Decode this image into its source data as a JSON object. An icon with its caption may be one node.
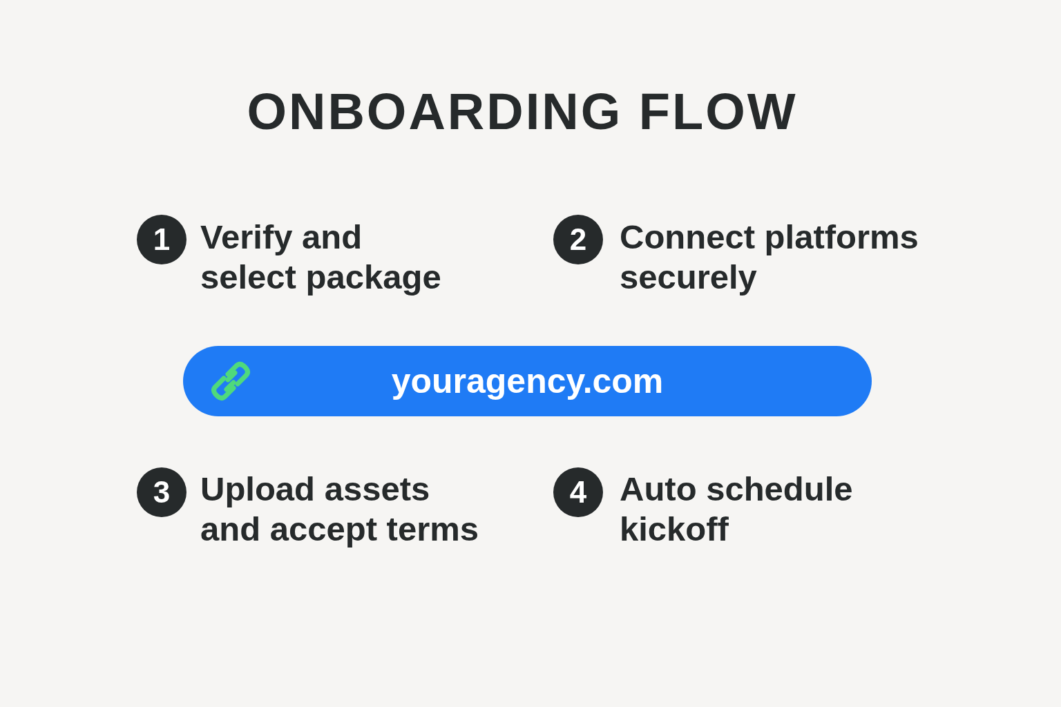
{
  "diagram": {
    "title": "ONBOARDING FLOW",
    "nodes": [
      {
        "text": [
          "1"
        ],
        "beside": [
          "Verify and select package"
        ]
      },
      {
        "text": [
          "2"
        ],
        "beside": [
          "Connect platforms securely"
        ]
      },
      {
        "text": [
          "youragency.com"
        ]
      },
      {
        "text": [
          "3"
        ],
        "beside": [
          "Upload assets and accept terms"
        ]
      },
      {
        "text": [
          "4"
        ],
        "beside": [
          "Auto schedule kickoff"
        ]
      }
    ]
  }
}
